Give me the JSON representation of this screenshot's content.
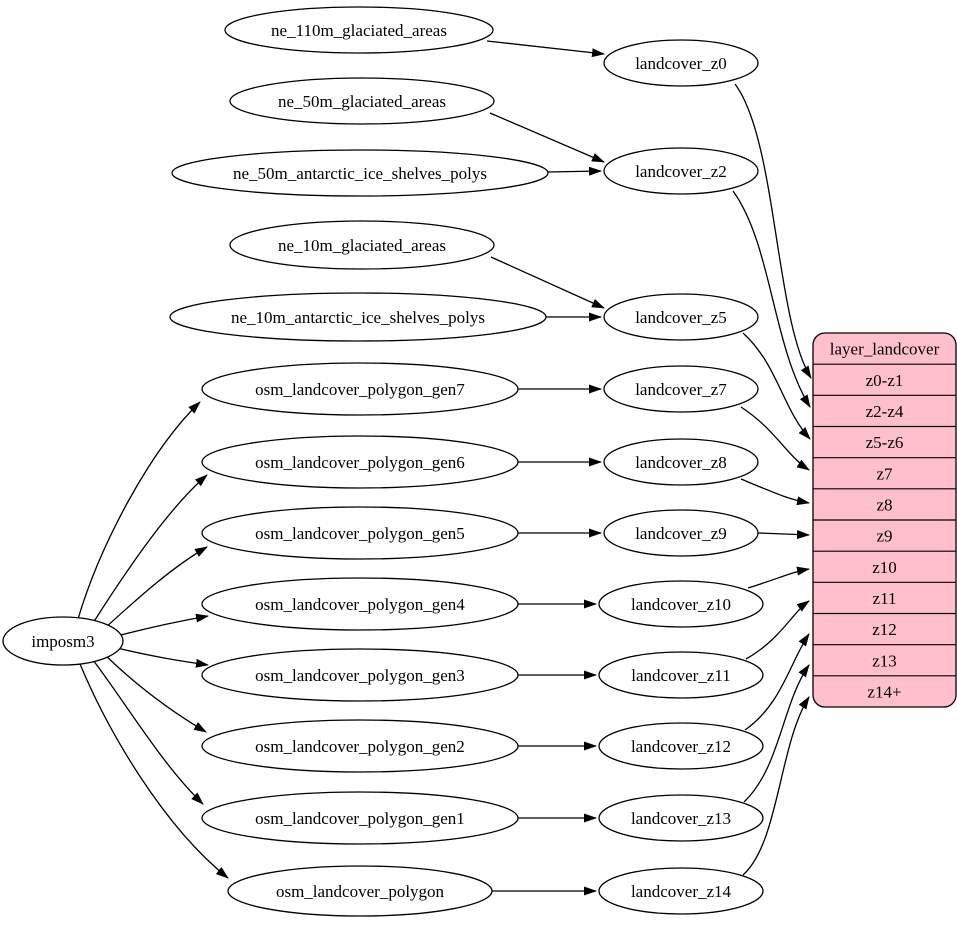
{
  "diagram": {
    "kind": "dependency-graph",
    "background": "#ffffff"
  },
  "colors": {
    "node_fill": "#ffffff",
    "node_stroke": "#000000",
    "edge": "#000000",
    "table_fill": "#ffc0cb",
    "table_stroke": "#000000",
    "text": "#000000"
  },
  "nodes": {
    "importer": {
      "label": "imposm3"
    },
    "sources": [
      {
        "label": "ne_110m_glaciated_areas"
      },
      {
        "label": "ne_50m_glaciated_areas"
      },
      {
        "label": "ne_50m_antarctic_ice_shelves_polys"
      },
      {
        "label": "ne_10m_glaciated_areas"
      },
      {
        "label": "ne_10m_antarctic_ice_shelves_polys"
      },
      {
        "label": "osm_landcover_polygon_gen7"
      },
      {
        "label": "osm_landcover_polygon_gen6"
      },
      {
        "label": "osm_landcover_polygon_gen5"
      },
      {
        "label": "osm_landcover_polygon_gen4"
      },
      {
        "label": "osm_landcover_polygon_gen3"
      },
      {
        "label": "osm_landcover_polygon_gen2"
      },
      {
        "label": "osm_landcover_polygon_gen1"
      },
      {
        "label": "osm_landcover_polygon"
      }
    ],
    "layers": [
      {
        "label": "landcover_z0"
      },
      {
        "label": "landcover_z2"
      },
      {
        "label": "landcover_z5"
      },
      {
        "label": "landcover_z7"
      },
      {
        "label": "landcover_z8"
      },
      {
        "label": "landcover_z9"
      },
      {
        "label": "landcover_z10"
      },
      {
        "label": "landcover_z11"
      },
      {
        "label": "landcover_z12"
      },
      {
        "label": "landcover_z13"
      },
      {
        "label": "landcover_z14"
      }
    ]
  },
  "table": {
    "title": "layer_landcover",
    "rows": [
      "z0-z1",
      "z2-z4",
      "z5-z6",
      "z7",
      "z8",
      "z9",
      "z10",
      "z11",
      "z12",
      "z13",
      "z14+"
    ]
  },
  "edges": [
    {
      "from": "imposm3",
      "to": "osm_landcover_polygon_gen7"
    },
    {
      "from": "imposm3",
      "to": "osm_landcover_polygon_gen6"
    },
    {
      "from": "imposm3",
      "to": "osm_landcover_polygon_gen5"
    },
    {
      "from": "imposm3",
      "to": "osm_landcover_polygon_gen4"
    },
    {
      "from": "imposm3",
      "to": "osm_landcover_polygon_gen3"
    },
    {
      "from": "imposm3",
      "to": "osm_landcover_polygon_gen2"
    },
    {
      "from": "imposm3",
      "to": "osm_landcover_polygon_gen1"
    },
    {
      "from": "imposm3",
      "to": "osm_landcover_polygon"
    },
    {
      "from": "ne_110m_glaciated_areas",
      "to": "landcover_z0"
    },
    {
      "from": "ne_50m_glaciated_areas",
      "to": "landcover_z2"
    },
    {
      "from": "ne_50m_antarctic_ice_shelves_polys",
      "to": "landcover_z2"
    },
    {
      "from": "ne_10m_glaciated_areas",
      "to": "landcover_z5"
    },
    {
      "from": "ne_10m_antarctic_ice_shelves_polys",
      "to": "landcover_z5"
    },
    {
      "from": "osm_landcover_polygon_gen7",
      "to": "landcover_z7"
    },
    {
      "from": "osm_landcover_polygon_gen6",
      "to": "landcover_z8"
    },
    {
      "from": "osm_landcover_polygon_gen5",
      "to": "landcover_z9"
    },
    {
      "from": "osm_landcover_polygon_gen4",
      "to": "landcover_z10"
    },
    {
      "from": "osm_landcover_polygon_gen3",
      "to": "landcover_z11"
    },
    {
      "from": "osm_landcover_polygon_gen2",
      "to": "landcover_z12"
    },
    {
      "from": "osm_landcover_polygon_gen1",
      "to": "landcover_z13"
    },
    {
      "from": "osm_landcover_polygon",
      "to": "landcover_z14"
    },
    {
      "from": "landcover_z0",
      "to": "layer_landcover:z0-z1"
    },
    {
      "from": "landcover_z2",
      "to": "layer_landcover:z2-z4"
    },
    {
      "from": "landcover_z5",
      "to": "layer_landcover:z5-z6"
    },
    {
      "from": "landcover_z7",
      "to": "layer_landcover:z7"
    },
    {
      "from": "landcover_z8",
      "to": "layer_landcover:z8"
    },
    {
      "from": "landcover_z9",
      "to": "layer_landcover:z9"
    },
    {
      "from": "landcover_z10",
      "to": "layer_landcover:z10"
    },
    {
      "from": "landcover_z11",
      "to": "layer_landcover:z11"
    },
    {
      "from": "landcover_z12",
      "to": "layer_landcover:z12"
    },
    {
      "from": "landcover_z13",
      "to": "layer_landcover:z13"
    },
    {
      "from": "landcover_z14",
      "to": "layer_landcover:z14+"
    }
  ]
}
